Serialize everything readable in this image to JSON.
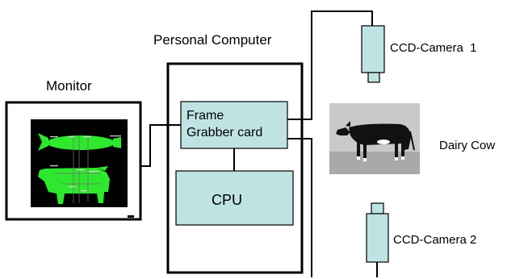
{
  "monitor": {
    "title": "Monitor"
  },
  "computer": {
    "title": "Personal Computer"
  },
  "frame_grabber": {
    "line1": "Frame",
    "line2": "Grabber card"
  },
  "cpu": {
    "label": "CPU"
  },
  "camera1": {
    "label": "CCD-Camera  1"
  },
  "camera2": {
    "label": "CCD-Camera 2"
  },
  "cow": {
    "label": "Dairy Cow"
  },
  "colors": {
    "box_fill": "#bfe3e3",
    "line": "#000000",
    "screen_bg": "#000000",
    "cow_green": "#2ee82e",
    "photo_bg": "#c9c9c9",
    "cow_black": "#111111"
  }
}
